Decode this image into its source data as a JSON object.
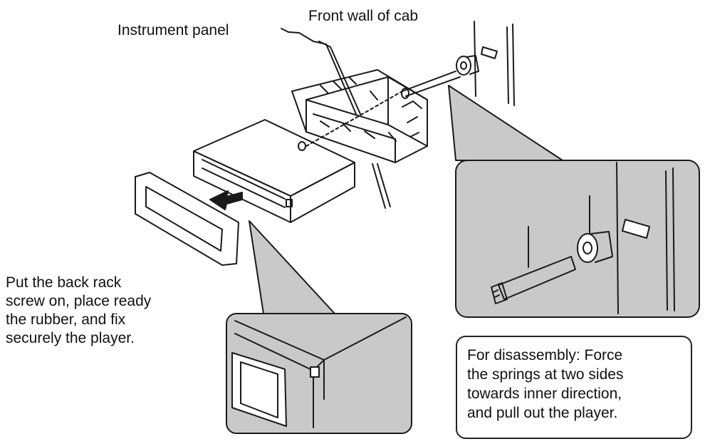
{
  "labels": {
    "front_wall": "Front wall of cab",
    "instrument_panel": "Instrument panel",
    "install_lines": [
      "Put the back rack",
      "screw on, place ready",
      "the rubber, and fix",
      "securely the player."
    ],
    "disassembly_lines": [
      "For disassembly: Force",
      "the springs at two sides",
      "towards inner direction,",
      "and pull out the player."
    ]
  },
  "colors": {
    "line": "#1a1a1a",
    "callout_fill": "#c9c9c9",
    "background": "#ffffff"
  }
}
